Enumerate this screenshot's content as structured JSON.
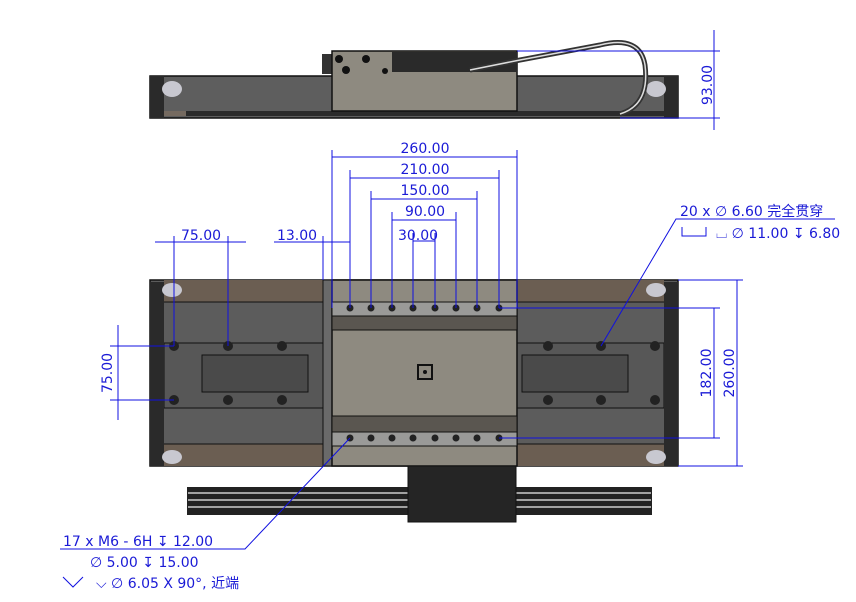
{
  "drawing": {
    "dimensions": {
      "top_height": "93.00",
      "width_260": "260.00",
      "width_210": "210.00",
      "width_150": "150.00",
      "width_90": "90.00",
      "width_30": "30.00",
      "pitch_75_h": "75.00",
      "offset_13": "13.00",
      "pitch_75_v": "75.00",
      "height_182": "182.00",
      "height_260": "260.00"
    },
    "callout_through_holes": {
      "line1": "20 x  ∅  6.60 完全贯穿",
      "line2": "⌴  ∅  11.00  ↧  6.80"
    },
    "callout_tapped_holes": {
      "line1": "17 x  M6 - 6H  ↧  12.00",
      "line2": "∅  5.00  ↧  15.00",
      "line3": "⌵  ∅  6.05 X 90°, 近端"
    },
    "colors": {
      "dimension": "#1a1ad6",
      "body": "#5c5c5c",
      "carriage": "#8e8a80",
      "rail": "#6b5e52"
    }
  }
}
